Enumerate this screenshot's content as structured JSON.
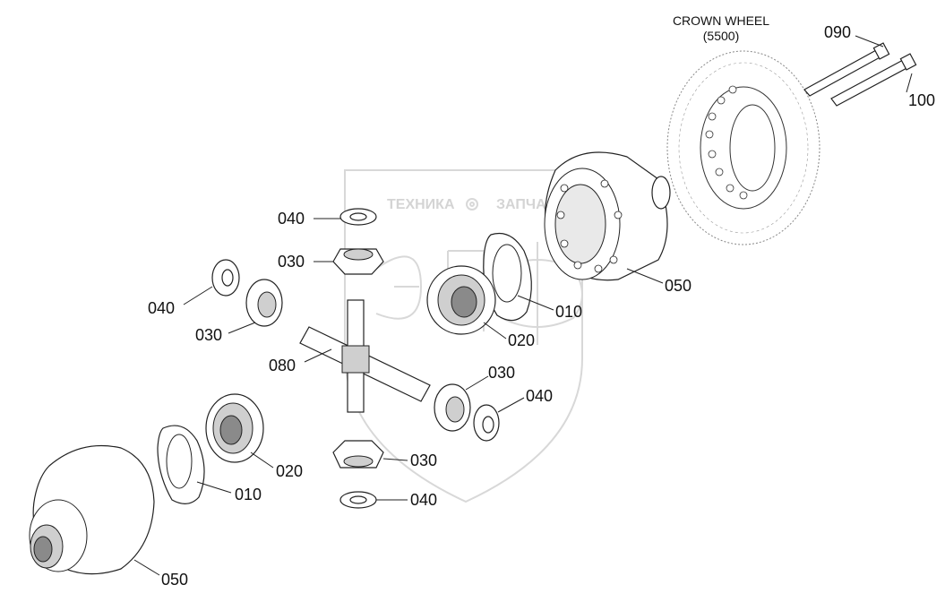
{
  "crown_wheel": {
    "title": "CROWN WHEEL",
    "ref": "(5500)"
  },
  "watermark": {
    "left_text": "ТЕХНИКА",
    "right_text": "ЗАПЧАСТИ",
    "logo": "gear-logo"
  },
  "callouts": {
    "c090": "090",
    "c100": "100",
    "c040_top": "040",
    "c030_top": "030",
    "c040_left": "040",
    "c030_left": "030",
    "c080": "080",
    "c050_right": "050",
    "c010_right": "010",
    "c020_right": "020",
    "c030_right": "030",
    "c040_right": "040",
    "c030_bottom": "030",
    "c040_bottom": "040",
    "c020_left": "020",
    "c010_left": "010",
    "c050_left": "050"
  }
}
